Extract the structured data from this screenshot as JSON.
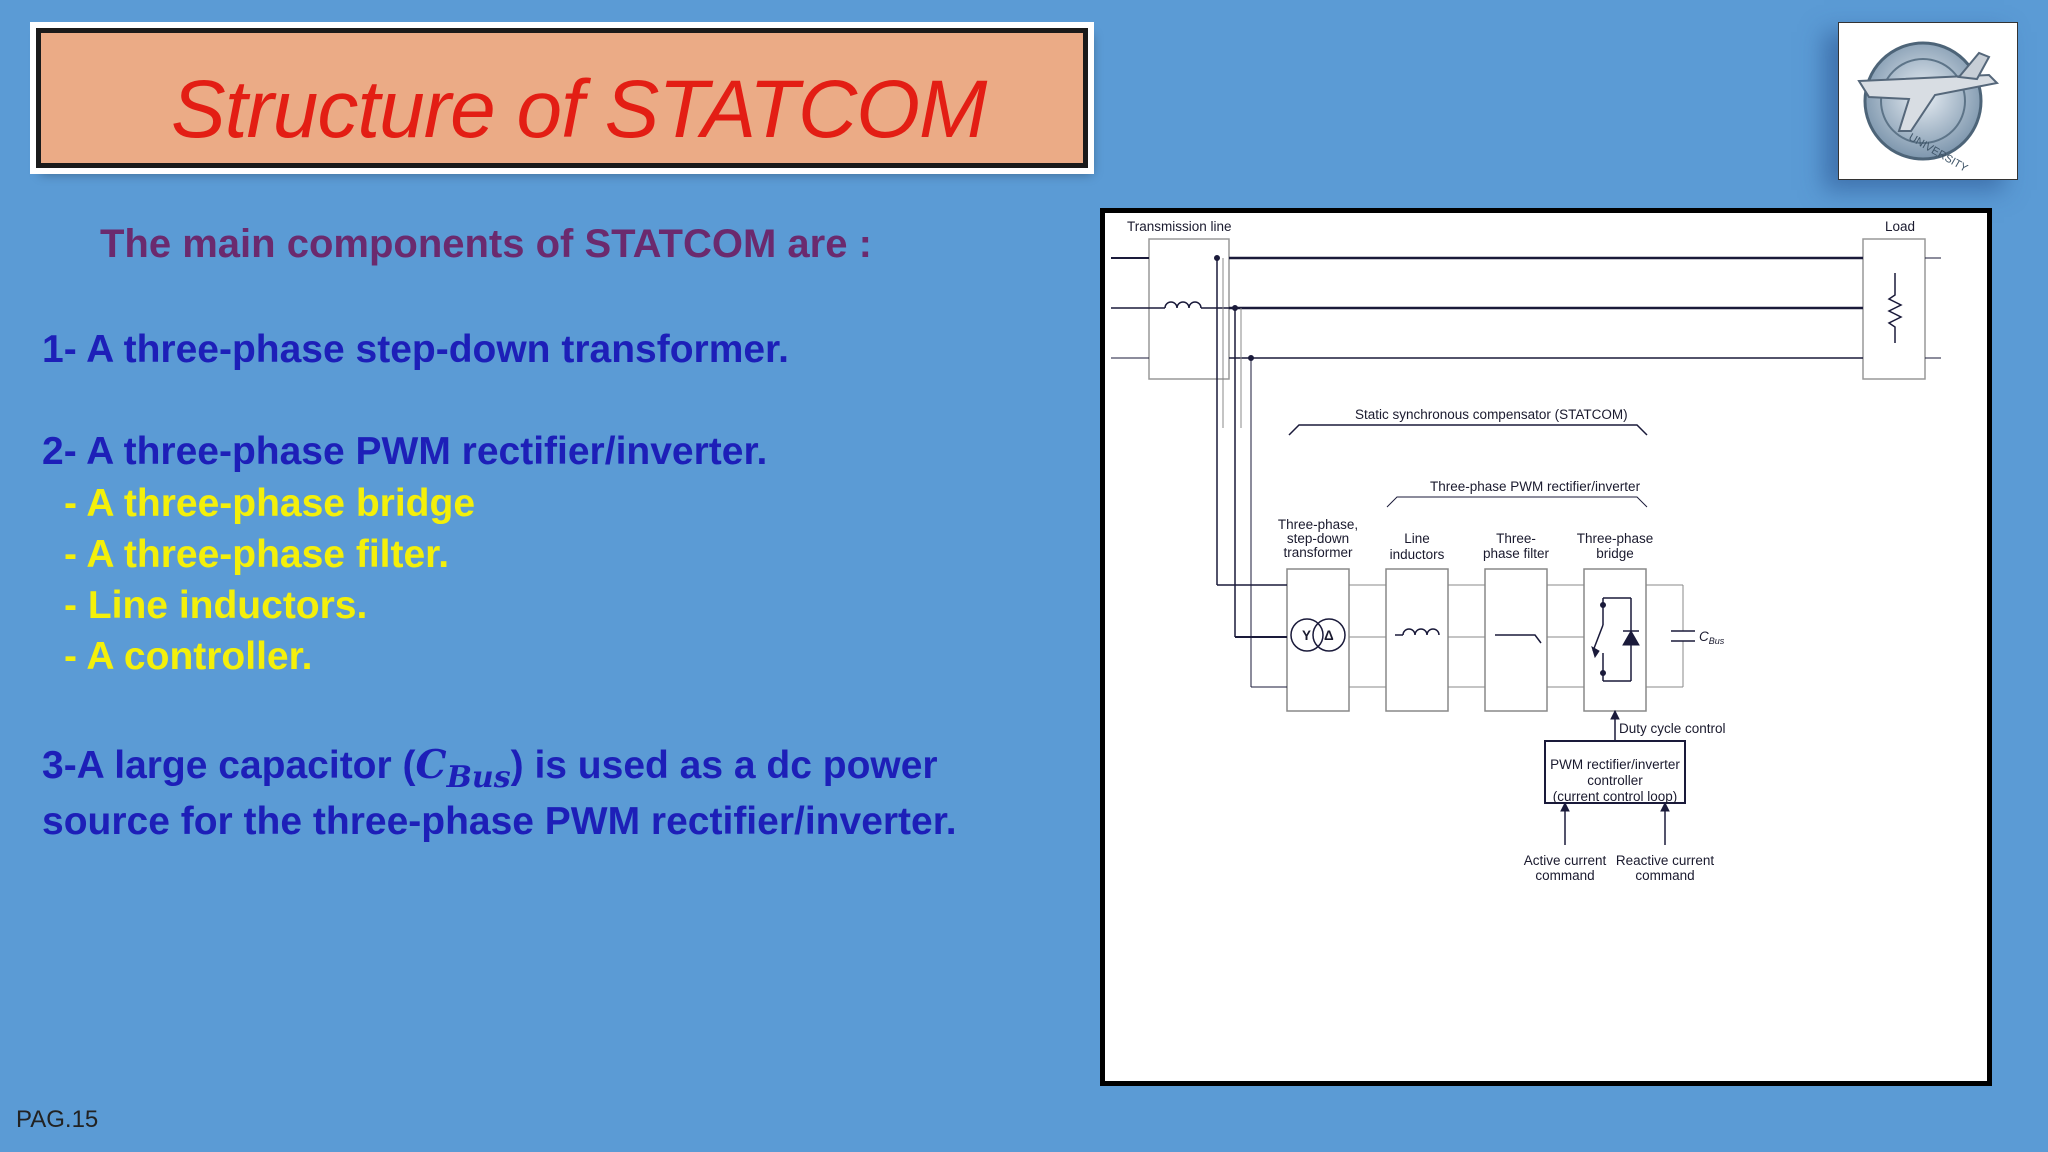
{
  "slide": {
    "title": "Structure of STATCOM",
    "intro": "The main  components of STATCOM  are :",
    "item1": "1- A three-phase step-down transformer.",
    "item2": "2- A three-phase PWM rectifier/inverter.",
    "sub_items": [
      "- A three-phase bridge",
      "- A three-phase filter.",
      "- Line inductors.",
      "- A controller."
    ],
    "item3_pre": "3-A large capacitor (",
    "item3_math": "C",
    "item3_sub": "Bus",
    "item3_post": ")  is used as a dc power",
    "item3_line2": "source for the three-phase PWM rectifier/inverter.",
    "page_number": "PAG.15"
  },
  "logo": {
    "icon": "university-logo-icon",
    "text": "UNIVERSITY"
  },
  "diagram": {
    "transmission_line": "Transmission line",
    "load": "Load",
    "statcom_label": "Static synchronous compensator (STATCOM)",
    "pwm_label": "Three-phase PWM rectifier/inverter",
    "transformer_label": [
      "Three-phase,",
      "step-down",
      "transformer"
    ],
    "inductors_label": [
      "Line",
      "inductors"
    ],
    "filter_label": [
      "Three-",
      "phase filter"
    ],
    "bridge_label": [
      "Three-phase",
      "bridge"
    ],
    "y_symbol": "Y",
    "delta_symbol": "Δ",
    "cbus_label": "C",
    "cbus_sub": "Bus",
    "duty_label": "Duty cycle control",
    "controller_label": [
      "PWM rectifier/inverter",
      "controller",
      "(current control loop)"
    ],
    "active_label": [
      "Active current",
      "command"
    ],
    "reactive_label": [
      "Reactive current",
      "command"
    ]
  },
  "colors": {
    "background": "#5b9bd5",
    "title_box": "#ebab86",
    "title_text": "#e31e14",
    "intro_text": "#6b2a6e",
    "blue_text": "#1d1fb8",
    "yellow_text": "#f4f00a"
  }
}
